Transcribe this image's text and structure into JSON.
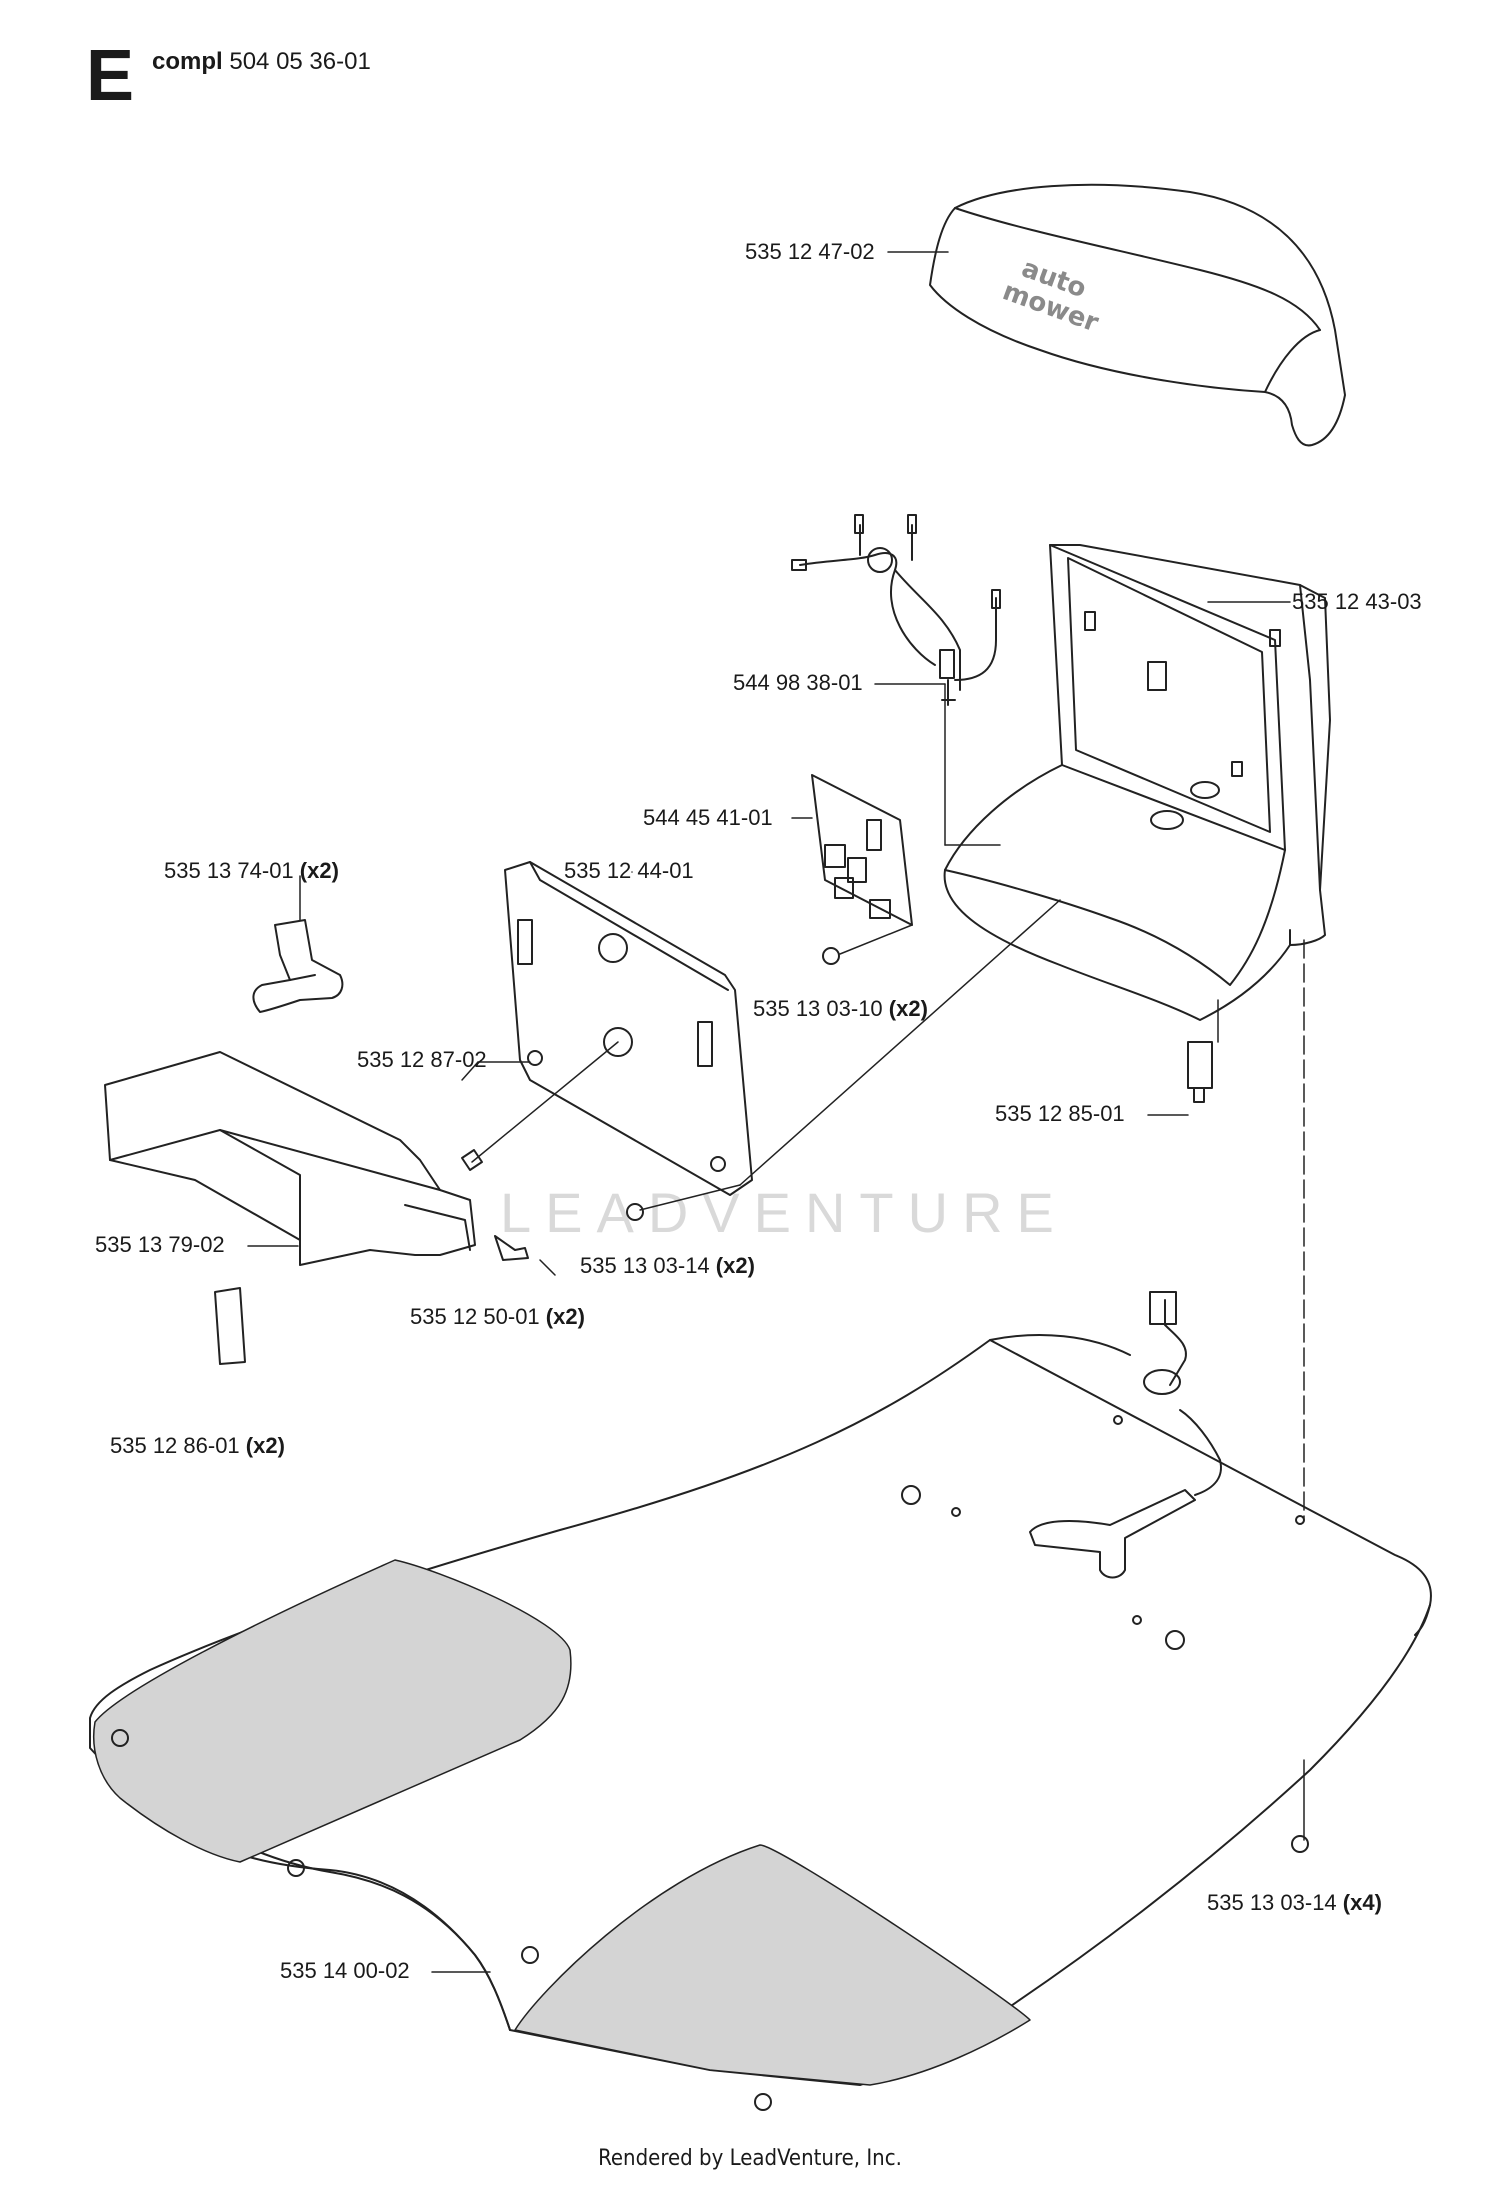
{
  "header": {
    "section_letter": "E",
    "assembly_keyword": "compl",
    "assembly_number": "504 05 36-01"
  },
  "callouts": [
    {
      "part": "535 12 47-02",
      "qty": ""
    },
    {
      "part": "535 12 43-03",
      "qty": ""
    },
    {
      "part": "544 98 38-01",
      "qty": ""
    },
    {
      "part": "544 45 41-01",
      "qty": ""
    },
    {
      "part": "535 13 74-01",
      "qty": "(x2)"
    },
    {
      "part": "535 12 44-01",
      "qty": ""
    },
    {
      "part": "535 13 03-10",
      "qty": "(x2)"
    },
    {
      "part": "535 12 87-02",
      "qty": ""
    },
    {
      "part": "535 12 85-01",
      "qty": ""
    },
    {
      "part": "535 13 79-02",
      "qty": ""
    },
    {
      "part": "535 13 03-14",
      "qty": "(x2)"
    },
    {
      "part": "535 12 50-01",
      "qty": "(x2)"
    },
    {
      "part": "535 12 86-01",
      "qty": "(x2)"
    },
    {
      "part": "535 13 03-14",
      "qty": "(x4)"
    },
    {
      "part": "535 14 00-02",
      "qty": ""
    }
  ],
  "cover_logo": {
    "line1": "auto",
    "line2": "mower"
  },
  "watermark": "LEADVENTURE",
  "footer": "Rendered by LeadVenture, Inc."
}
